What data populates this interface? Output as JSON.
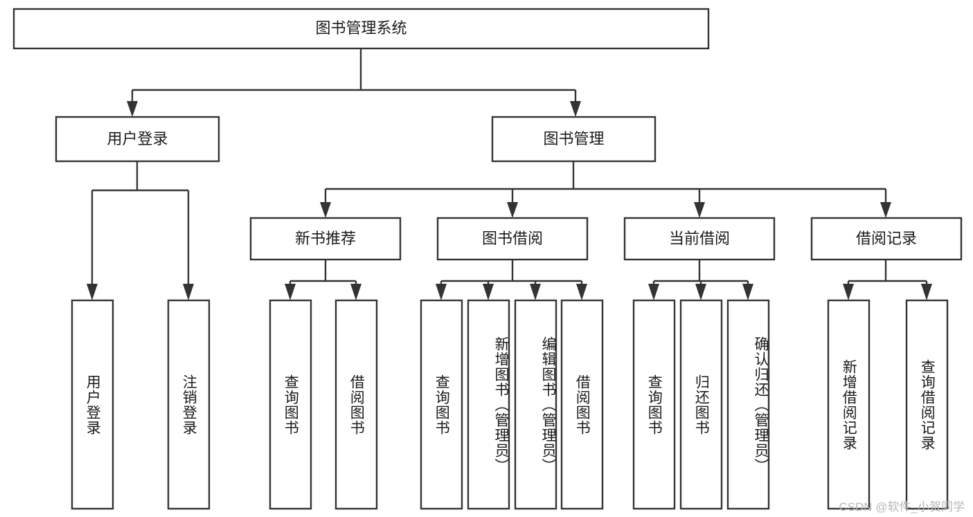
{
  "diagram": {
    "title": "图书管理系统",
    "type": "tree",
    "watermark": "CSDN @软件_小贺同学",
    "colors": {
      "box_stroke": "#333333",
      "box_fill": "#ffffff",
      "text": "#1a1a1a",
      "connector": "#333333",
      "watermark": "#b8b8b8",
      "background": "#ffffff"
    },
    "nodes": {
      "root": {
        "label": "图书管理系统",
        "level": 1
      },
      "user_login": {
        "label": "用户登录",
        "level": 2
      },
      "book_manage": {
        "label": "图书管理",
        "level": 2
      },
      "new_book_recommend": {
        "label": "新书推荐",
        "level": 3
      },
      "book_borrow": {
        "label": "图书借阅",
        "level": 3
      },
      "current_borrow": {
        "label": "当前借阅",
        "level": 3
      },
      "borrow_record": {
        "label": "借阅记录",
        "level": 3
      },
      "leaf_user_login": {
        "label": "用户登录",
        "level": 4
      },
      "leaf_logout": {
        "label": "注销登录",
        "level": 4
      },
      "leaf_query_book_1": {
        "label": "查询图书",
        "level": 4
      },
      "leaf_borrow_book_1": {
        "label": "借阅图书",
        "level": 4
      },
      "leaf_query_book_2": {
        "label": "查询图书",
        "level": 4
      },
      "leaf_add_book": {
        "label": "新增图书（管理员）",
        "level": 4
      },
      "leaf_edit_book": {
        "label": "编辑图书（管理员）",
        "level": 4
      },
      "leaf_borrow_book_2": {
        "label": "借阅图书",
        "level": 4
      },
      "leaf_query_book_3": {
        "label": "查询图书",
        "level": 4
      },
      "leaf_return_book": {
        "label": "归还图书",
        "level": 4
      },
      "leaf_confirm_return": {
        "label": "确认归还（管理员）",
        "level": 4
      },
      "leaf_add_record": {
        "label": "新增借阅记录",
        "level": 4
      },
      "leaf_query_record": {
        "label": "查询借阅记录",
        "level": 4
      }
    },
    "edges": [
      {
        "from": "root",
        "to": "user_login"
      },
      {
        "from": "root",
        "to": "book_manage"
      },
      {
        "from": "user_login",
        "to": "leaf_user_login"
      },
      {
        "from": "user_login",
        "to": "leaf_logout"
      },
      {
        "from": "book_manage",
        "to": "new_book_recommend"
      },
      {
        "from": "book_manage",
        "to": "book_borrow"
      },
      {
        "from": "book_manage",
        "to": "current_borrow"
      },
      {
        "from": "book_manage",
        "to": "borrow_record"
      },
      {
        "from": "new_book_recommend",
        "to": "leaf_query_book_1"
      },
      {
        "from": "new_book_recommend",
        "to": "leaf_borrow_book_1"
      },
      {
        "from": "book_borrow",
        "to": "leaf_query_book_2"
      },
      {
        "from": "book_borrow",
        "to": "leaf_add_book"
      },
      {
        "from": "book_borrow",
        "to": "leaf_edit_book"
      },
      {
        "from": "book_borrow",
        "to": "leaf_borrow_book_2"
      },
      {
        "from": "current_borrow",
        "to": "leaf_query_book_3"
      },
      {
        "from": "current_borrow",
        "to": "leaf_return_book"
      },
      {
        "from": "current_borrow",
        "to": "leaf_confirm_return"
      },
      {
        "from": "borrow_record",
        "to": "leaf_add_record"
      },
      {
        "from": "borrow_record",
        "to": "leaf_query_record"
      }
    ]
  }
}
